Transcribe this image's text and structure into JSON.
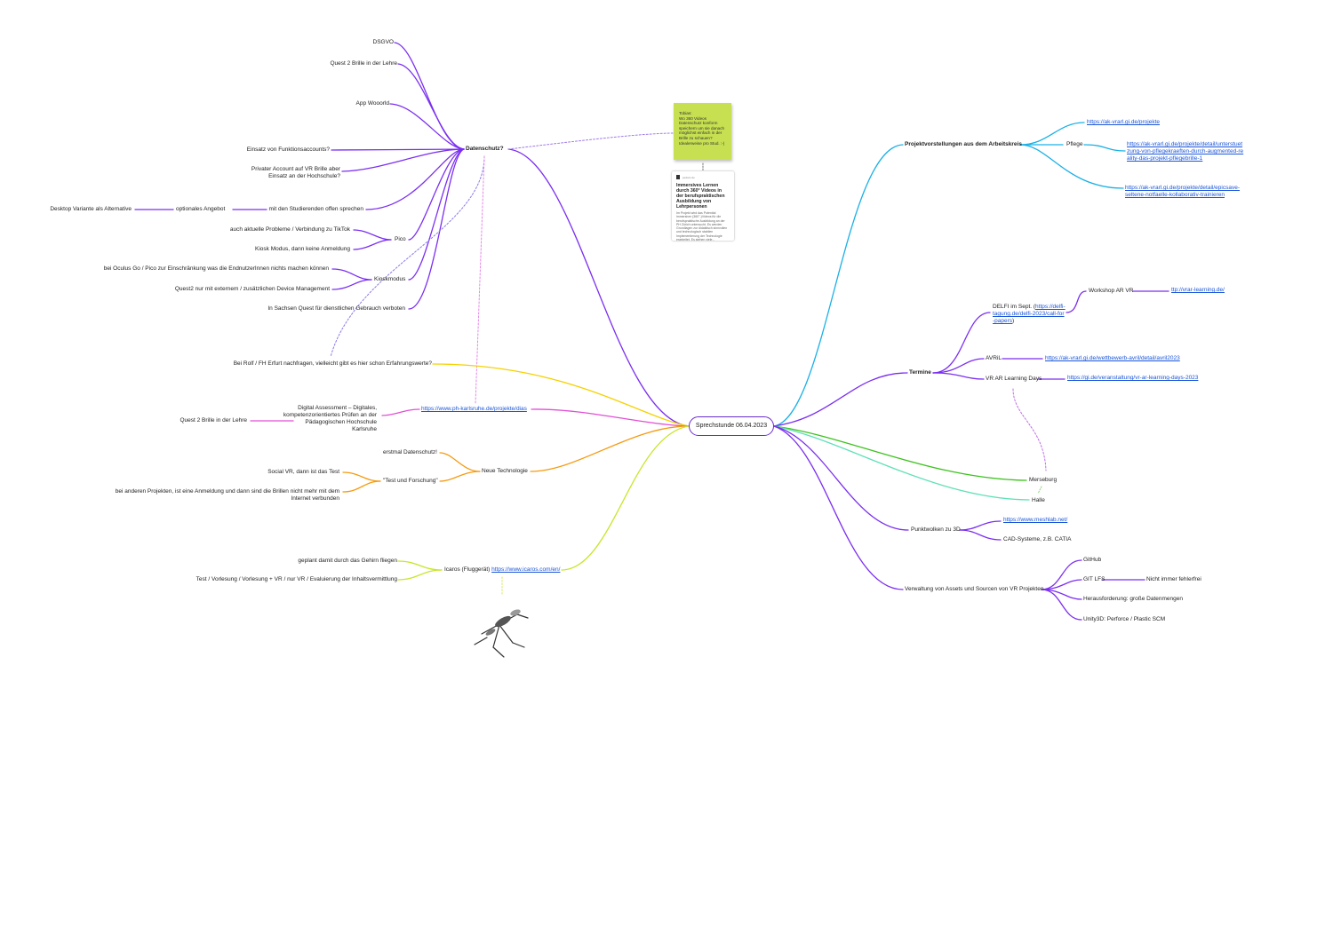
{
  "center": {
    "label": "Sprechstunde 06.04.2023"
  },
  "datenschutz": {
    "label": "Datenschutz?",
    "items": {
      "dsgvo": "DSGVO",
      "quest2_lehre": "Quest 2 Brille in der Lehre",
      "app_wooorld": "App Wooorld",
      "funktionsaccounts": "Einsatz von Funktionsaccounts?",
      "privater_account_1": "Privater Account auf VR Brille aber",
      "privater_account_2": "Einsatz an der Hochschule?",
      "offen_sprechen": "mit den Studierenden offen sprechen",
      "optionales_angebot": "optionales Angebot",
      "desktop_variante": "Desktop Variante als Alternative",
      "pico": "Pico",
      "pico_tiktok": "auch aktuelle Probleme / Verbindung zu TikTok",
      "pico_kiosk": "Kiosk Modus, dann keine Anmeldung",
      "kioskmodus": "Kioskmodus",
      "kiosk_oculus": "bei Oculus Go / Pico zur Einschränkung was die EndnutzerInnen nichts machen können",
      "kiosk_quest2": "Quest2 nur mit externem / zusätzlichen Device Management",
      "sachsen": "In Sachsen Quest für dienstlichen Gebrauch verboten"
    }
  },
  "sticky_note": "Tobias:\nWo 360 Videos Datenschutz konform speichern um sie danach möglichst einfach in der Brille zu schauen? Idealerweise pro Stud. :-)",
  "link_card": {
    "header": "pedocs.de",
    "title": "Immersives Lernen durch 360° Videos in der berufspraktischen Ausbildung von Lehrpersonen",
    "description": "Im Projekt wird das Potential immersiver (360°-)Videos für die berufspraktische Ausbildung an der PH Zürich untersucht. Es werden Grundlagen zur didaktisch sinnvollen und technologisch stabilen Implementierung der Technologie erarbeitet. Es stehen viele..."
  },
  "left_branches": {
    "rolf": "Bei Rolf / FH Erfurt nachfragen, vielleicht gibt es hier schon Erfahrungswerte?",
    "ph_link": "https://www.ph-karlsruhe.de/projekte/dias",
    "digital_assessment": "Digital Assessment – Digitales, kompetenzorientiertes Prüfen an der Pädagogischen Hochschule Karlsruhe",
    "quest2_lehre_2": "Quest 2 Brille in der Lehre",
    "neue_technologie": "Neue Technologie",
    "erstmal_datenschutz": "erstmal Datenschutz!",
    "test_forschung": "\"Test und Forschung\"",
    "social_vr": "Social VR, dann ist das Test",
    "andere_projekte": "bei anderen Projekten, ist eine Anmeldung und dann sind die Brillen nicht mehr mit dem Internet verbunden",
    "icaros_label": "Icaros (Fluggerät)",
    "icaros_link": "https://www.icaros.com/en/",
    "gehirn": "geplant damit durch das Gehirn fliegen",
    "vorlesung": "Test / Vorlesung / Vorlesung + VR / nur VR / Evaluierung der Inhaltsvermittlung"
  },
  "right_branches": {
    "projekt": {
      "label": "Projektvorstellungen aus dem Arbeitskreis",
      "link1": "https://ak-vrarl.gi.de/projekte",
      "pflege": "Pflege",
      "link2": "https://ak-vrarl.gi.de/projekte/detail/unterstuetzung-von-pflegekraeften-durch-augmented-reality-das-projekt-pflegebrille-1",
      "link3": "https://ak-vrarl.gi.de/projekte/detail/epicsave-seltene-notfaelle-kollaborativ-trainieren"
    },
    "termine": {
      "label": "Termine",
      "delfi_prefix": "DELFI im Sept. (",
      "delfi_link": "https://delfi-tagung.de/delfi-2023/call-for-papers",
      "delfi_suffix": ")",
      "workshop": "Workshop AR VR",
      "workshop_link": "ttp://vrar-learning.de/",
      "avril": "AVRiL",
      "avril_link": "https://ak-vrarl.gi.de/wettbewerb-avril/detail/avril2023",
      "learning_days": "VR AR Learning Days",
      "learning_days_link": "https://gi.de/veranstaltung/vr-ar-learning-days-2023"
    },
    "merseburg": "Merseburg",
    "halle": "Halle",
    "punktwolken": {
      "label": "Punktwolken zu 3D",
      "link": "https://www.meshlab.net/",
      "cad": "CAD-Systeme, z.B. CATIA"
    },
    "assets": {
      "label": "Verwaltung von Assets und Sourcen von VR Projekten",
      "github": "GitHub",
      "gitlfs": "GIT LFS",
      "nicht_fehlerfrei": "Nicht immer fehlerfrei",
      "datenmengen": "Herausforderung: große Datenmengen",
      "unity": "Unity3D: Perforce / Plastic SCM"
    }
  },
  "colors": {
    "purple": "#7b2ff0",
    "cyan": "#1ab0e6",
    "yellow": "#f5d100",
    "magenta": "#e24fd6",
    "orange": "#f59a10",
    "lime": "#c9e52b",
    "green": "#3cc21e",
    "mint": "#5fe0b8",
    "sticky": "#c6e052",
    "link": "#1a55d8"
  }
}
